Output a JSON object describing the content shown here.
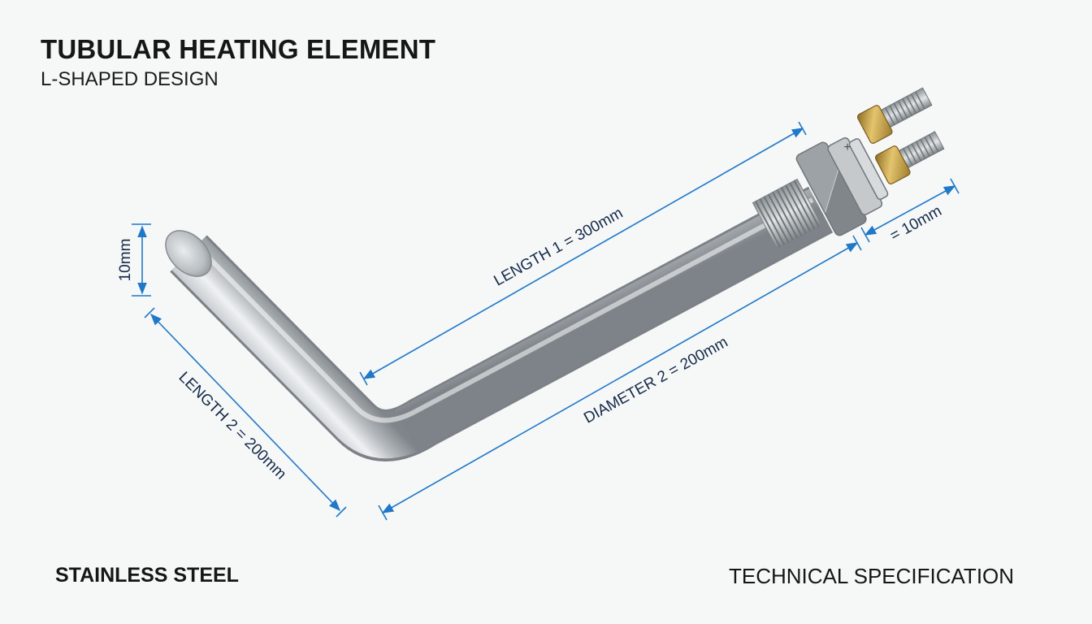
{
  "header": {
    "title": "TUBULAR HEATING ELEMENT",
    "subtitle": "L-SHAPED DESIGN"
  },
  "footer": {
    "material": "STAINLESS STEEL",
    "spec": "TECHNICAL SPECIFICATION"
  },
  "dimensions": {
    "tube_diameter": "10mm",
    "length_1": "LENGTH 1 = 300mm",
    "length_2": "LENGTH 2 = 200mm",
    "diameter_2": "DIAMETER 2 = 200mm",
    "terminal_length": "= 10mm"
  },
  "terminal": {
    "polarity_mark": "+"
  },
  "colors": {
    "dimension_line": "#1f78c8",
    "dimension_text": "#152a4a",
    "steel": "#b4b9bd",
    "brass": "#c9a24a"
  }
}
